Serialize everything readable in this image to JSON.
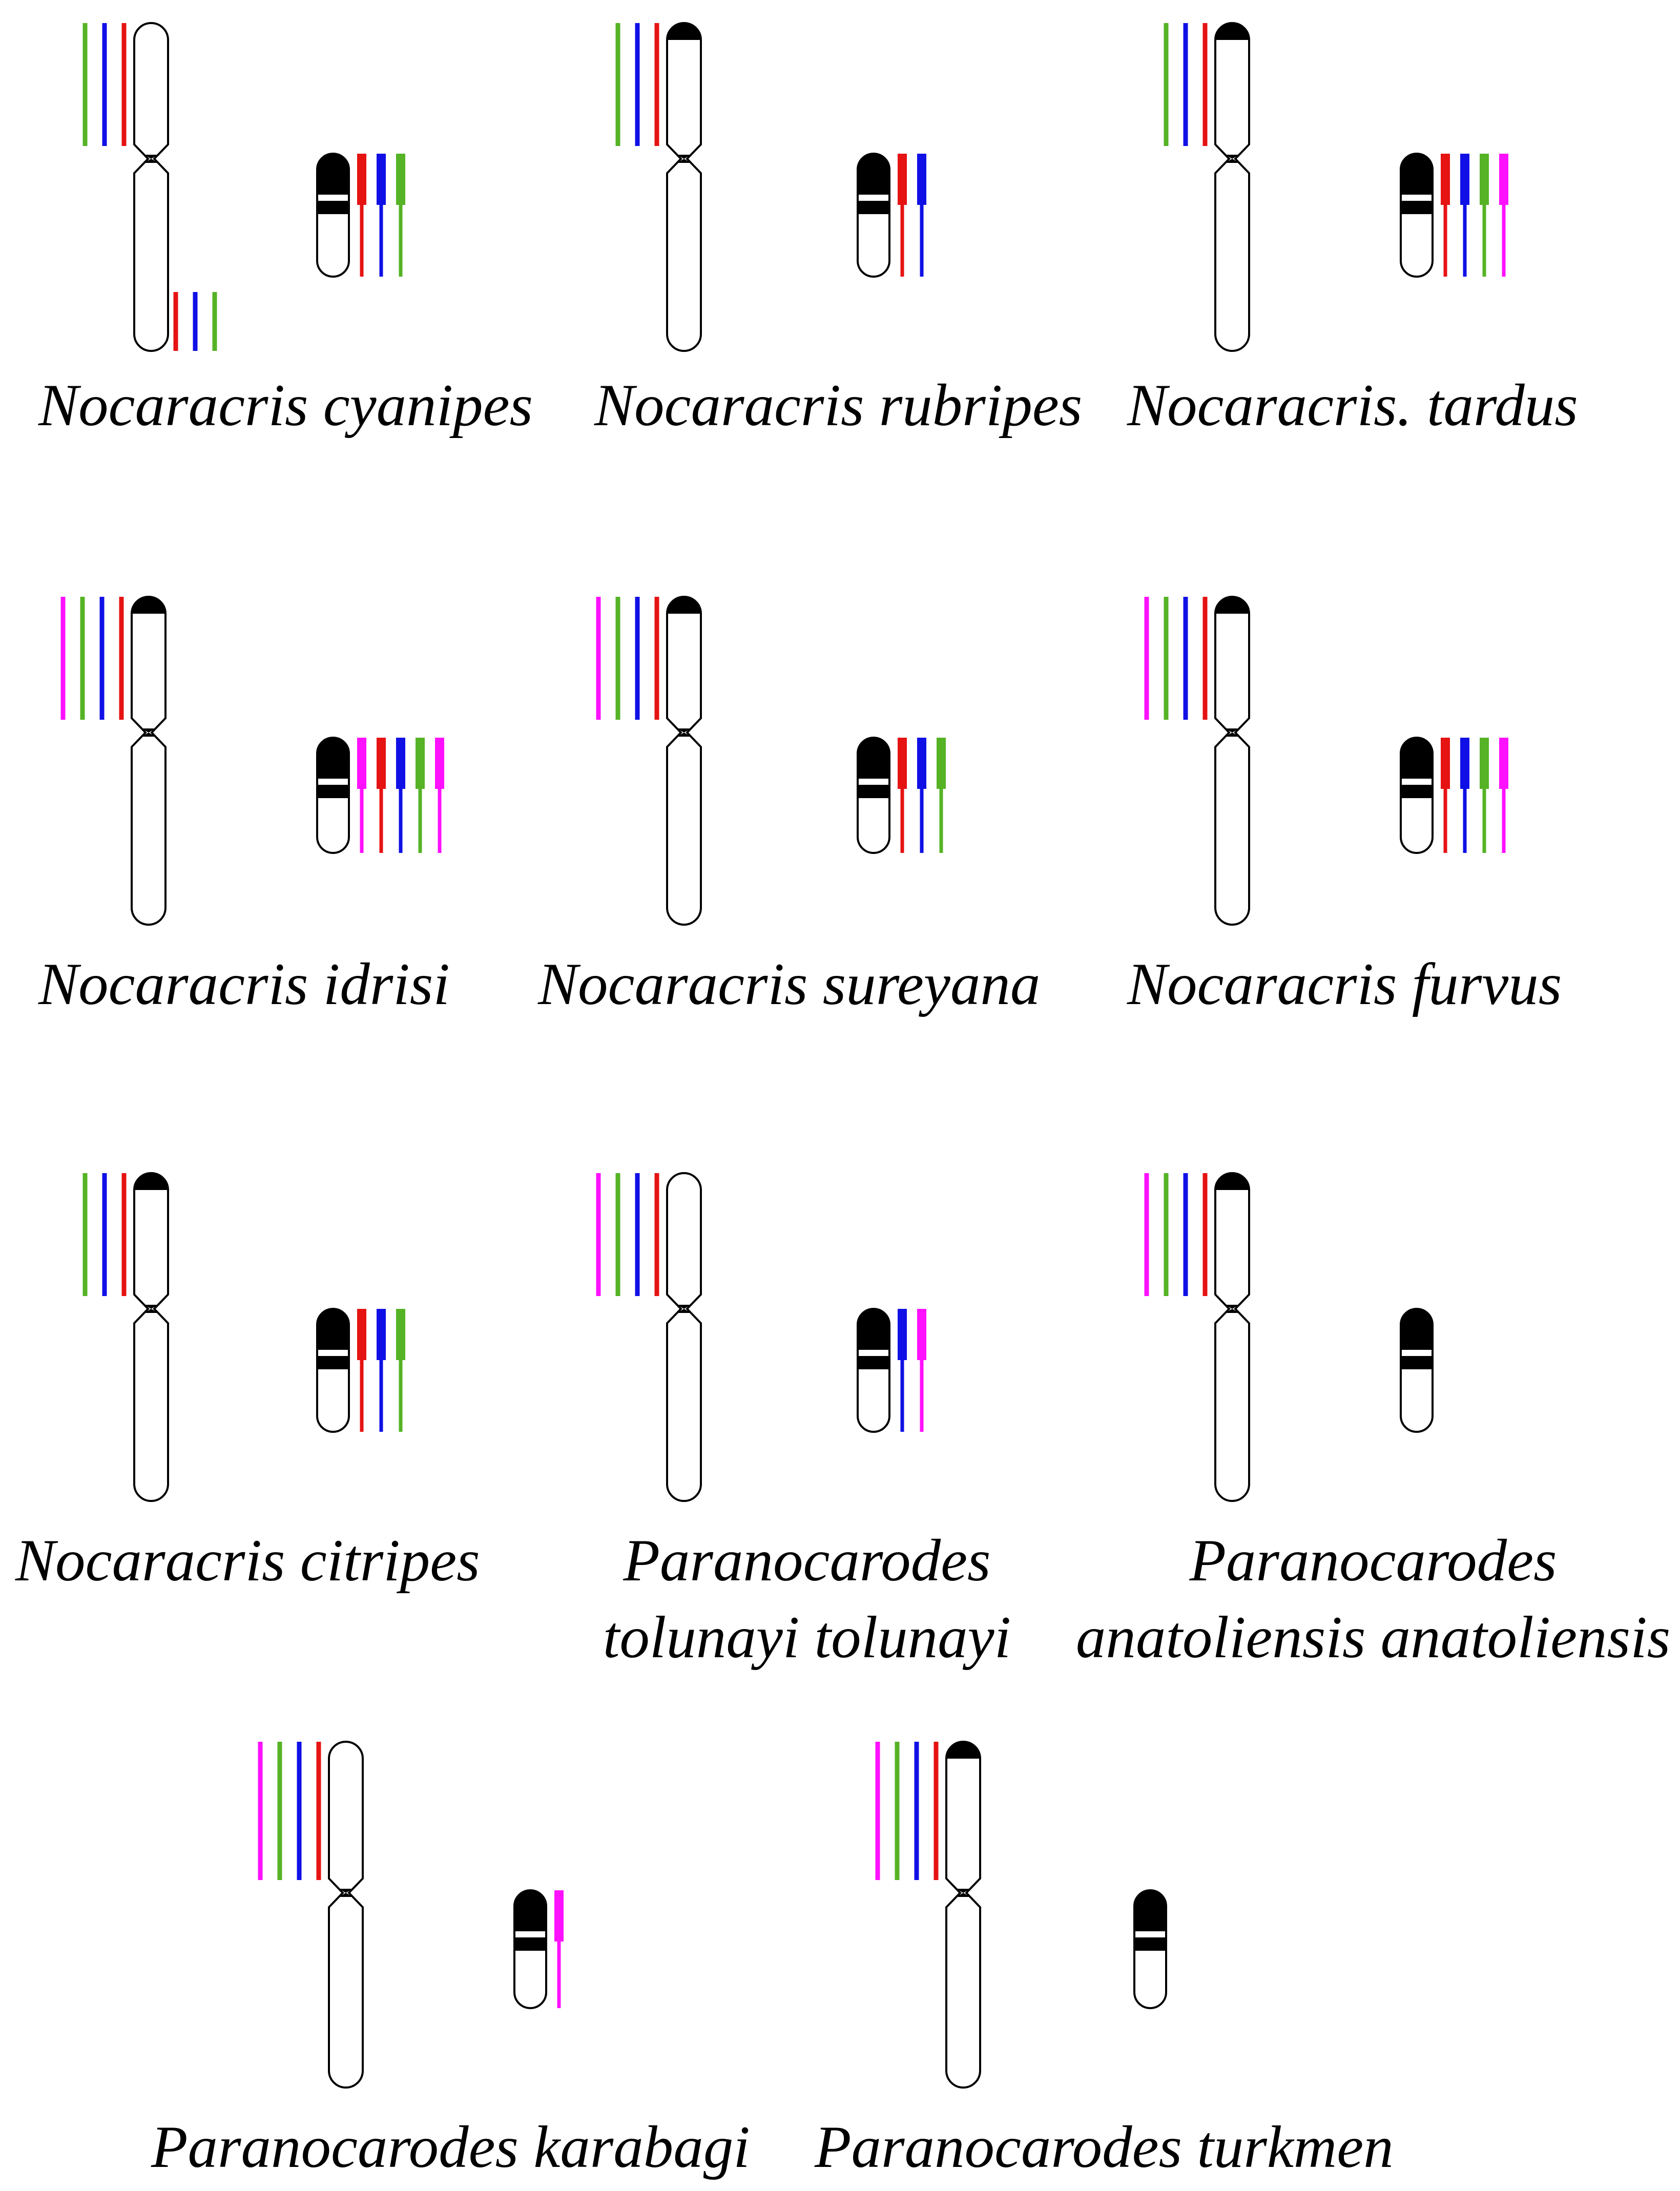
{
  "colors": {
    "green": "#55b325",
    "blue": "#1010e6",
    "red": "#e61313",
    "magenta": "#ff10ff",
    "outline": "#000000",
    "band": "#000000",
    "background": "#ffffff"
  },
  "species": [
    {
      "label_lines": [
        "Nocaracris cyanipes"
      ],
      "label_align": "left",
      "large_top_signals": [
        "green",
        "blue",
        "red"
      ],
      "large_bottom_signals": [
        "red",
        "blue",
        "green"
      ],
      "small_signals": [
        "red",
        "blue",
        "green"
      ]
    },
    {
      "label_lines": [
        "Nocaracris rubripes"
      ],
      "label_align": "left",
      "large_top_signals": [
        "green",
        "blue",
        "red"
      ],
      "small_signals": [
        "red",
        "blue"
      ]
    },
    {
      "label_lines": [
        "Nocaracris. tardus"
      ],
      "label_align": "left",
      "large_top_signals": [
        "green",
        "blue",
        "red"
      ],
      "small_signals": [
        "red",
        "blue",
        "green",
        "magenta"
      ]
    },
    {
      "label_lines": [
        "Nocaracris idrisi"
      ],
      "label_align": "left",
      "large_top_signals": [
        "magenta",
        "green",
        "blue",
        "red"
      ],
      "small_signals": [
        "magenta",
        "red",
        "blue",
        "green",
        "magenta"
      ]
    },
    {
      "label_lines": [
        "Nocaracris sureyana"
      ],
      "label_align": "left",
      "large_top_signals": [
        "magenta",
        "green",
        "blue",
        "red"
      ],
      "small_signals": [
        "red",
        "blue",
        "green"
      ]
    },
    {
      "label_lines": [
        "Nocaracris furvus"
      ],
      "label_align": "left",
      "large_top_signals": [
        "magenta",
        "green",
        "blue",
        "red"
      ],
      "small_signals": [
        "red",
        "blue",
        "green",
        "magenta"
      ]
    },
    {
      "label_lines": [
        "Nocaracris citripes"
      ],
      "label_align": "left",
      "large_top_signals": [
        "green",
        "blue",
        "red"
      ],
      "small_signals": [
        "red",
        "blue",
        "green"
      ]
    },
    {
      "label_lines": [
        "Paranocarodes",
        "tolunayi tolunayi"
      ],
      "label_align": "center",
      "large_top_signals": [
        "magenta",
        "green",
        "blue",
        "red"
      ],
      "small_signals": [
        "blue",
        "magenta"
      ]
    },
    {
      "label_lines": [
        "Paranocarodes",
        "anatoliensis anatoliensis"
      ],
      "label_align": "center",
      "large_top_signals": [
        "magenta",
        "green",
        "blue",
        "red"
      ],
      "small_signals": []
    },
    {
      "label_lines": [
        "Paranocarodes karabagi"
      ],
      "label_align": "left",
      "large_top_signals": [
        "magenta",
        "green",
        "blue",
        "red"
      ],
      "small_signals": [
        "magenta"
      ]
    },
    {
      "label_lines": [
        "Paranocarodes turkmen"
      ],
      "label_align": "left",
      "large_top_signals": [
        "magenta",
        "green",
        "blue",
        "red"
      ],
      "small_signals": []
    }
  ]
}
